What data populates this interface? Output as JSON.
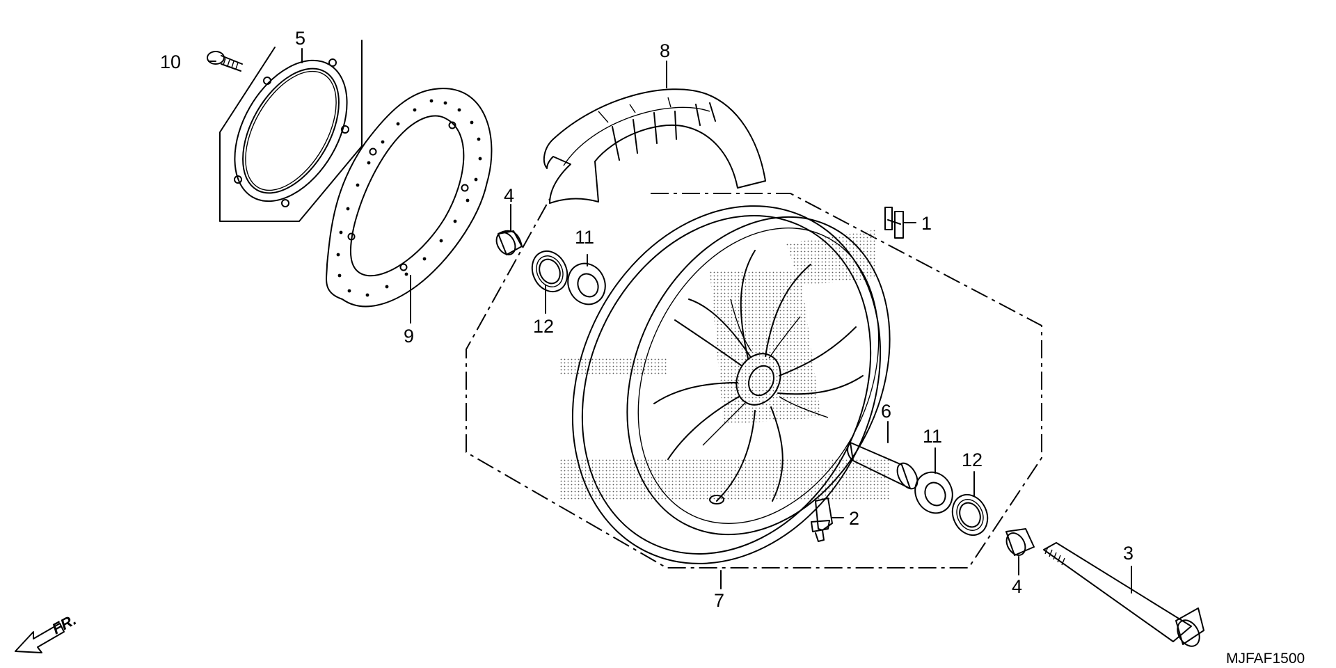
{
  "callouts": {
    "p1": "1",
    "p2": "2",
    "p3": "3",
    "p4a": "4",
    "p4b": "4",
    "p5": "5",
    "p6": "6",
    "p7": "7",
    "p8": "8",
    "p9": "9",
    "p10": "10",
    "p11a": "11",
    "p11b": "11",
    "p12a": "12",
    "p12b": "12"
  },
  "direction_label": "FR.",
  "diagram_code": "MJFAF1500",
  "colors": {
    "line": "#000000",
    "background": "#ffffff",
    "shade": "#9a9a9a"
  }
}
